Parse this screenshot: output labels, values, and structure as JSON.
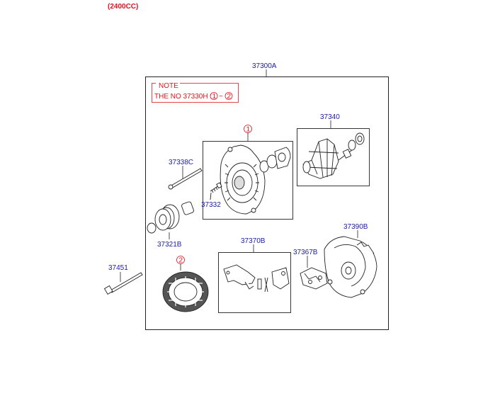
{
  "header": {
    "engine": "(2400CC)"
  },
  "note": {
    "title": "NOTE",
    "text": "THE NO 37330H :",
    "ref_a": "1",
    "ref_sep": "~",
    "ref_b": "2"
  },
  "parts": {
    "assembly": "37300A",
    "rotor": "37340",
    "through_bolt": "37338C",
    "brush_screw": "37332",
    "pulley": "37321B",
    "bolt": "37451",
    "brush_holder": "37370B",
    "regulator": "37367B",
    "rear_bracket": "37390B"
  },
  "callouts": {
    "front_bracket": "1",
    "stator": "2"
  },
  "colors": {
    "label": "#1a1aa6",
    "accent": "#e0141e",
    "line": "#222222"
  }
}
